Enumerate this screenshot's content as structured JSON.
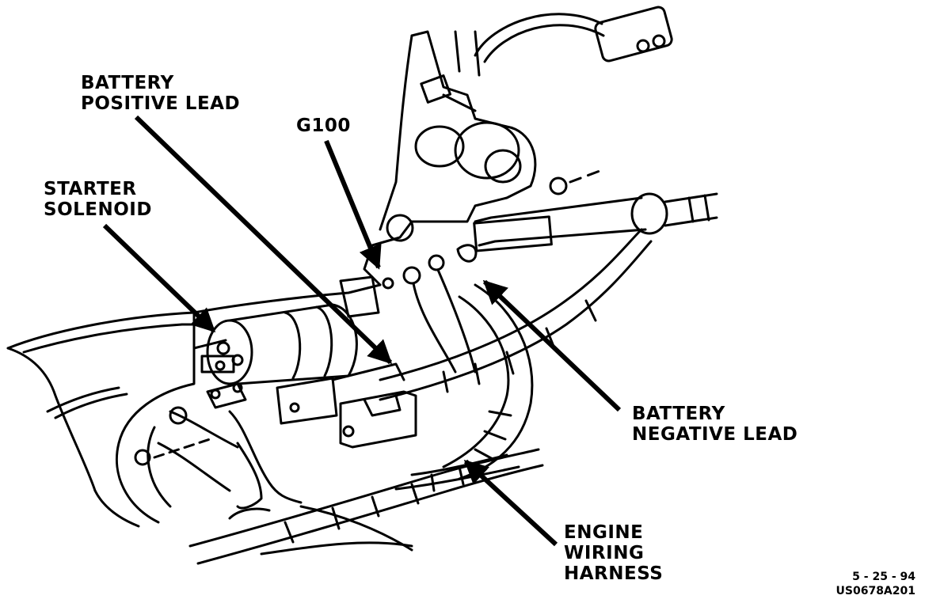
{
  "labels": {
    "battery_positive_lead": [
      "BATTERY",
      "POSITIVE LEAD"
    ],
    "g100": "G100",
    "starter_solenoid": [
      "STARTER",
      "SOLENOID"
    ],
    "battery_negative_lead": [
      "BATTERY",
      "NEGATIVE LEAD"
    ],
    "engine_wiring_harness": [
      "ENGINE",
      "WIRING",
      "HARNESS"
    ]
  },
  "reference": {
    "date": "5 - 25 - 94",
    "code": "US0678A201"
  },
  "colors": {
    "ink": "#000000",
    "paper": "#ffffff"
  }
}
